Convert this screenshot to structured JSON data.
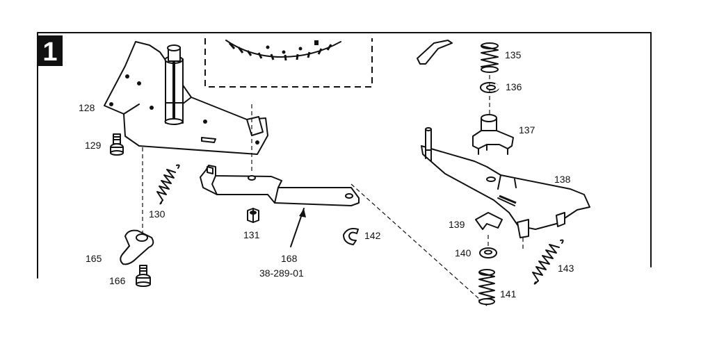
{
  "figure": {
    "section_number": "1",
    "callouts": [
      {
        "id": "c128",
        "text": "128"
      },
      {
        "id": "c129",
        "text": "129"
      },
      {
        "id": "c130",
        "text": "130"
      },
      {
        "id": "c131",
        "text": "131"
      },
      {
        "id": "c135",
        "text": "135"
      },
      {
        "id": "c136",
        "text": "136"
      },
      {
        "id": "c137",
        "text": "137"
      },
      {
        "id": "c138",
        "text": "138"
      },
      {
        "id": "c139",
        "text": "139"
      },
      {
        "id": "c140",
        "text": "140"
      },
      {
        "id": "c141",
        "text": "141"
      },
      {
        "id": "c142",
        "text": "142"
      },
      {
        "id": "c143",
        "text": "143"
      },
      {
        "id": "c165",
        "text": "165"
      },
      {
        "id": "c166",
        "text": "166"
      },
      {
        "id": "c168",
        "text": "168"
      },
      {
        "id": "c168sub",
        "text": "38-289-01"
      }
    ]
  },
  "colors": {
    "ink": "#111111",
    "paper": "#ffffff"
  }
}
